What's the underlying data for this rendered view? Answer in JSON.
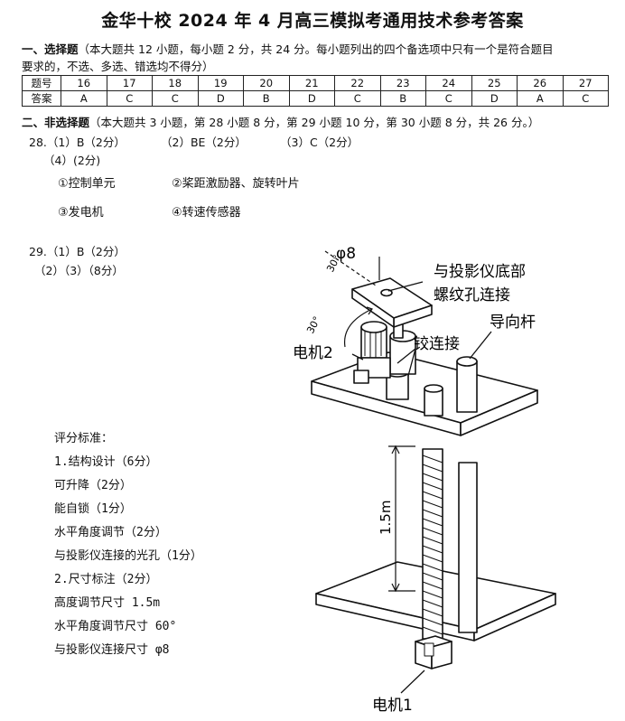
{
  "title": "金华十校 2024 年 4 月高三模拟考通用技术参考答案",
  "section1": {
    "heading": "一、选择题",
    "desc_line1": "（本大题共 12 小题，每小题 2 分，共 24 分。每小题列出的四个备选项中只有一个是符合题目",
    "desc_line2": "要求的，不选、多选、错选均不得分）",
    "row_labels": [
      "题号",
      "答案"
    ],
    "numbers": [
      "16",
      "17",
      "18",
      "19",
      "20",
      "21",
      "22",
      "23",
      "24",
      "25",
      "26",
      "27"
    ],
    "answers": [
      "A",
      "C",
      "C",
      "D",
      "B",
      "D",
      "C",
      "B",
      "C",
      "D",
      "A",
      "C"
    ]
  },
  "section2": {
    "heading": "二、非选择题",
    "desc": "（本大题共 3 小题，第 28 小题 8 分，第 29 小题 10 分，第 30 小题 8 分，共 26 分。）"
  },
  "q28": {
    "a1": "28.（1）B（2分）",
    "a2": "（2）BE（2分）",
    "a3": "（3）C（2分）",
    "a4": "（4）(2分)",
    "items": [
      "①控制单元",
      "②桨距激励器、旋转叶片",
      "③发电机",
      "④转速传感器"
    ]
  },
  "q29": {
    "a1": "29.（1）B（2分）",
    "a2": "（2）（3）（8分）"
  },
  "criteria": {
    "heading": "评分标准：",
    "lines": [
      "1.结构设计（6分）",
      "可升降（2分）",
      "能自锁（1分）",
      "水平角度调节（2分）",
      "与投影仪连接的光孔（1分）",
      "2.尺寸标注（2分）",
      "高度调节尺寸 1.5m",
      "水平角度调节尺寸 60°",
      "与投影仪连接尺寸 φ8"
    ]
  },
  "drawing": {
    "phi8": "φ8",
    "conn_line1": "与投影仪底部",
    "conn_line2": "螺纹孔连接",
    "guide_rod": "导向杆",
    "hinge": "铰连接",
    "motor2": "电机2",
    "angle_top": "30°",
    "angle_side": "30°",
    "height": "1.5m",
    "motor1": "电机1"
  }
}
